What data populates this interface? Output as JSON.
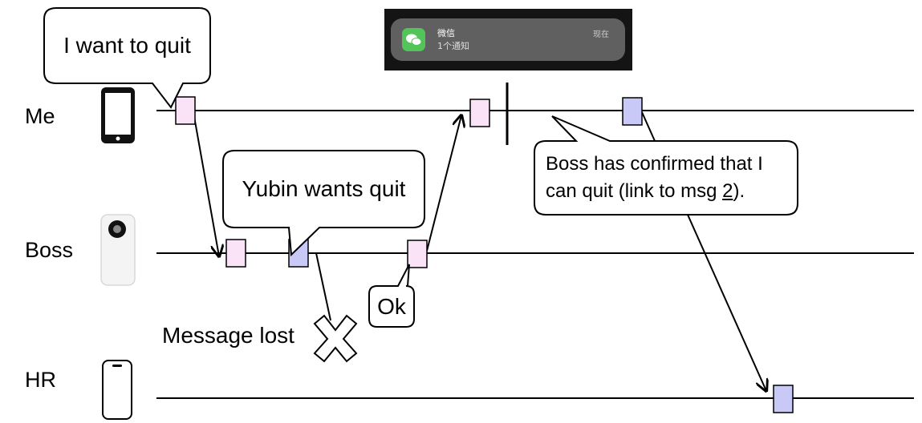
{
  "participants": [
    {
      "label": "Me",
      "device": "phone-black-icon"
    },
    {
      "label": "Boss",
      "device": "phone-white-camera-icon"
    },
    {
      "label": "HR",
      "device": "phone-outline-icon"
    }
  ],
  "bubbles": {
    "me_quit": "I want to quit",
    "boss_relay": "Yubin wants quit",
    "boss_ok": "Ok",
    "confirm_text_a": "Boss has confirmed that I",
    "confirm_text_b": "can quit (link to msg ",
    "confirm_link": "2",
    "confirm_text_c": ")."
  },
  "lost_label": "Message lost",
  "notification": {
    "app": "微信",
    "subtitle": "1个通知",
    "time": "现在",
    "icon": "wechat-icon"
  },
  "colors": {
    "pink_box": "#fbe3f7",
    "blue_box": "#c9c9f7",
    "line": "#000000"
  }
}
